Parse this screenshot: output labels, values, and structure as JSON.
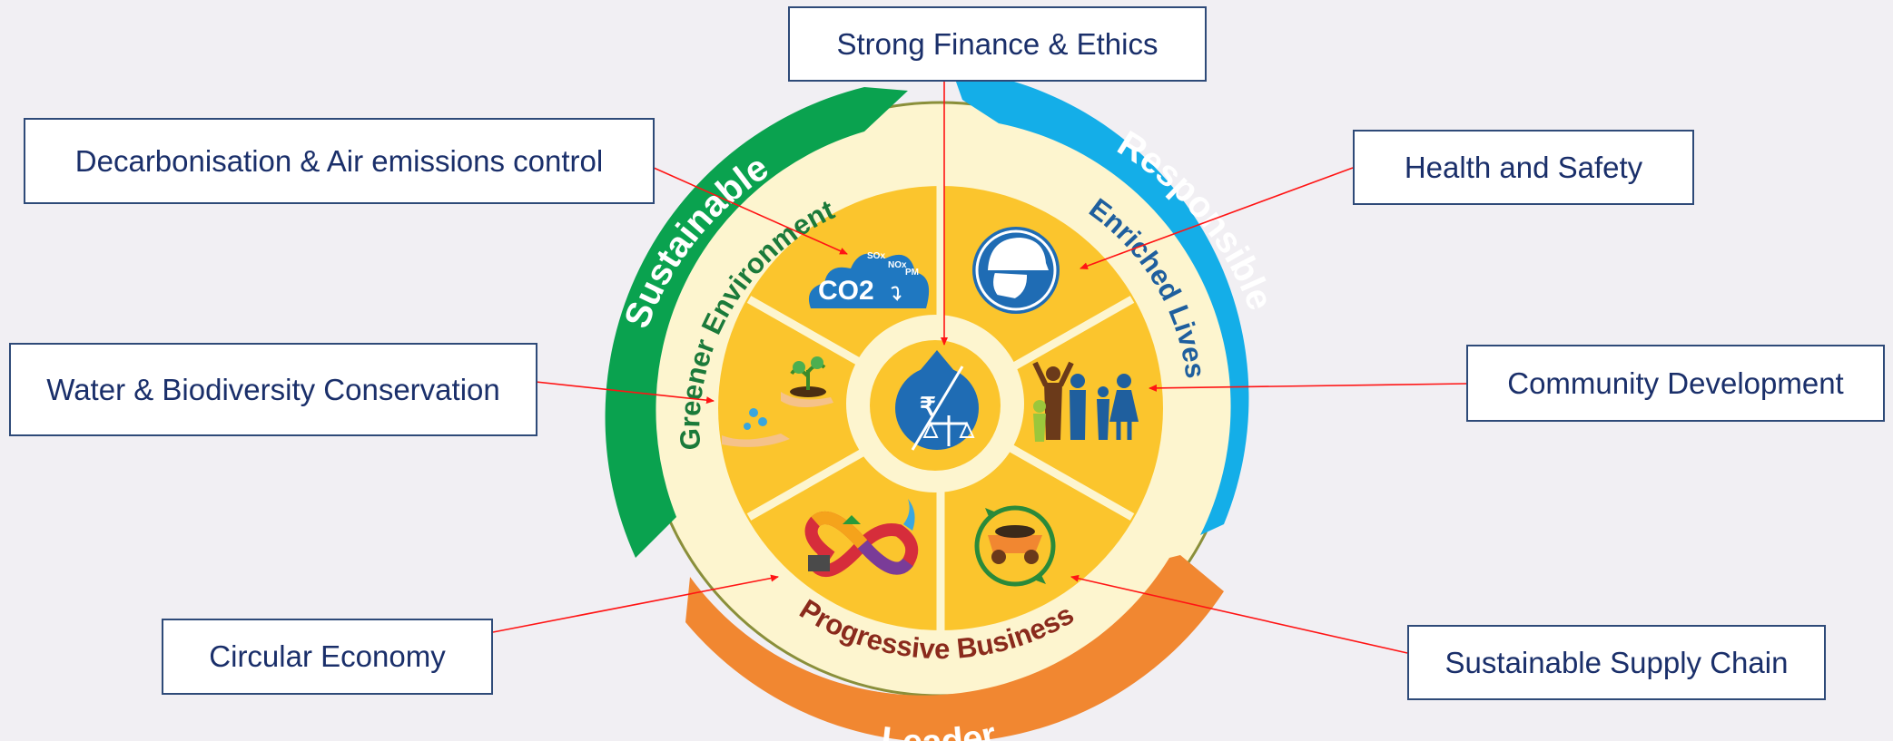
{
  "outer_ring": {
    "sustainable": "Sustainable",
    "responsible": "Responsible",
    "leader": "Leader",
    "colors": {
      "sustainable": "#0aa24f",
      "responsible": "#14aee8",
      "leader": "#f18731"
    }
  },
  "inner_ring": {
    "greener_environment": "Greener Environment",
    "enriched_lives": "Enriched Lives",
    "progressive_business": "Progressive Business",
    "colors": {
      "greener_environment": "#1b7a3a",
      "enriched_lives": "#1f5f9e",
      "progressive_business": "#8a2a1c"
    }
  },
  "icons": {
    "co2_cloud": {
      "main": "CO2",
      "sub1": "SOx",
      "sub2": "NOx",
      "sub3": "PM"
    },
    "finance_center": {
      "symbol": "₹"
    }
  },
  "callouts": {
    "finance": "Strong Finance & Ethics",
    "decarbonisation": "Decarbonisation & Air emissions control",
    "health": "Health and Safety",
    "water": "Water & Biodiversity Conservation",
    "community": "Community Development",
    "circular": "Circular Economy",
    "supply_chain": "Sustainable Supply Chain"
  }
}
